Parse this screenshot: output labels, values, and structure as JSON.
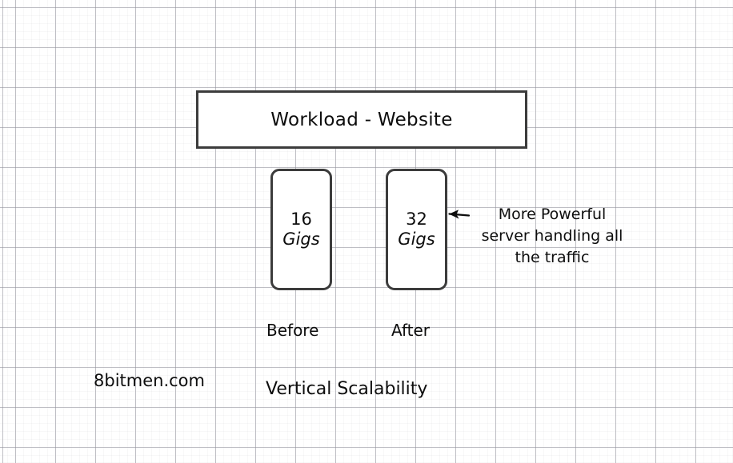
{
  "diagram": {
    "title": "Vertical Scalability",
    "credit": "8bitmen.com",
    "workload": {
      "label": "Workload - Website"
    },
    "servers": [
      {
        "id": "before",
        "amount": "16",
        "unit": "Gigs",
        "caption": "Before"
      },
      {
        "id": "after",
        "amount": "32",
        "unit": "Gigs",
        "caption": "After"
      }
    ],
    "annotation": {
      "text": "More Powerful server handling all the traffic",
      "line1": "More Powerful",
      "line2": "server handling all",
      "line3": "the traffic",
      "arrow_direction": "left"
    },
    "colors": {
      "stroke": "#3c3c3c",
      "text": "#0d0d0d",
      "background": "#ffffff",
      "grid_major": "#8c8c96",
      "grid_minor": "#aaaab4"
    }
  }
}
